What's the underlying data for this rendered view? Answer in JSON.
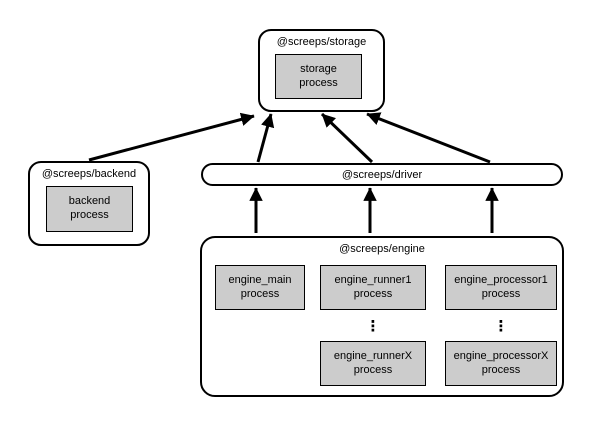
{
  "colors": {
    "stroke": "#000000",
    "process_fill": "#cccccc",
    "background": "#ffffff"
  },
  "nodes": {
    "storage": {
      "title": "@screeps/storage",
      "processes": [
        {
          "label": "storage\nprocess"
        }
      ]
    },
    "backend": {
      "title": "@screeps/backend",
      "processes": [
        {
          "label": "backend\nprocess"
        }
      ]
    },
    "driver": {
      "title": "@screeps/driver"
    },
    "engine": {
      "title": "@screeps/engine",
      "ellipsis": "⋮",
      "processes": [
        {
          "label": "engine_main\nprocess"
        },
        {
          "label": "engine_runner1\nprocess"
        },
        {
          "label": "engine_processor1\nprocess"
        },
        {
          "label": "engine_runnerX\nprocess"
        },
        {
          "label": "engine_processorX\nprocess"
        }
      ]
    }
  },
  "arrows": [
    {
      "from": "backend",
      "to": "storage"
    },
    {
      "from": "driver",
      "to": "storage"
    },
    {
      "from": "driver",
      "to": "storage"
    },
    {
      "from": "driver",
      "to": "storage"
    },
    {
      "from": "engine",
      "to": "driver"
    },
    {
      "from": "engine",
      "to": "driver"
    },
    {
      "from": "engine",
      "to": "driver"
    }
  ]
}
